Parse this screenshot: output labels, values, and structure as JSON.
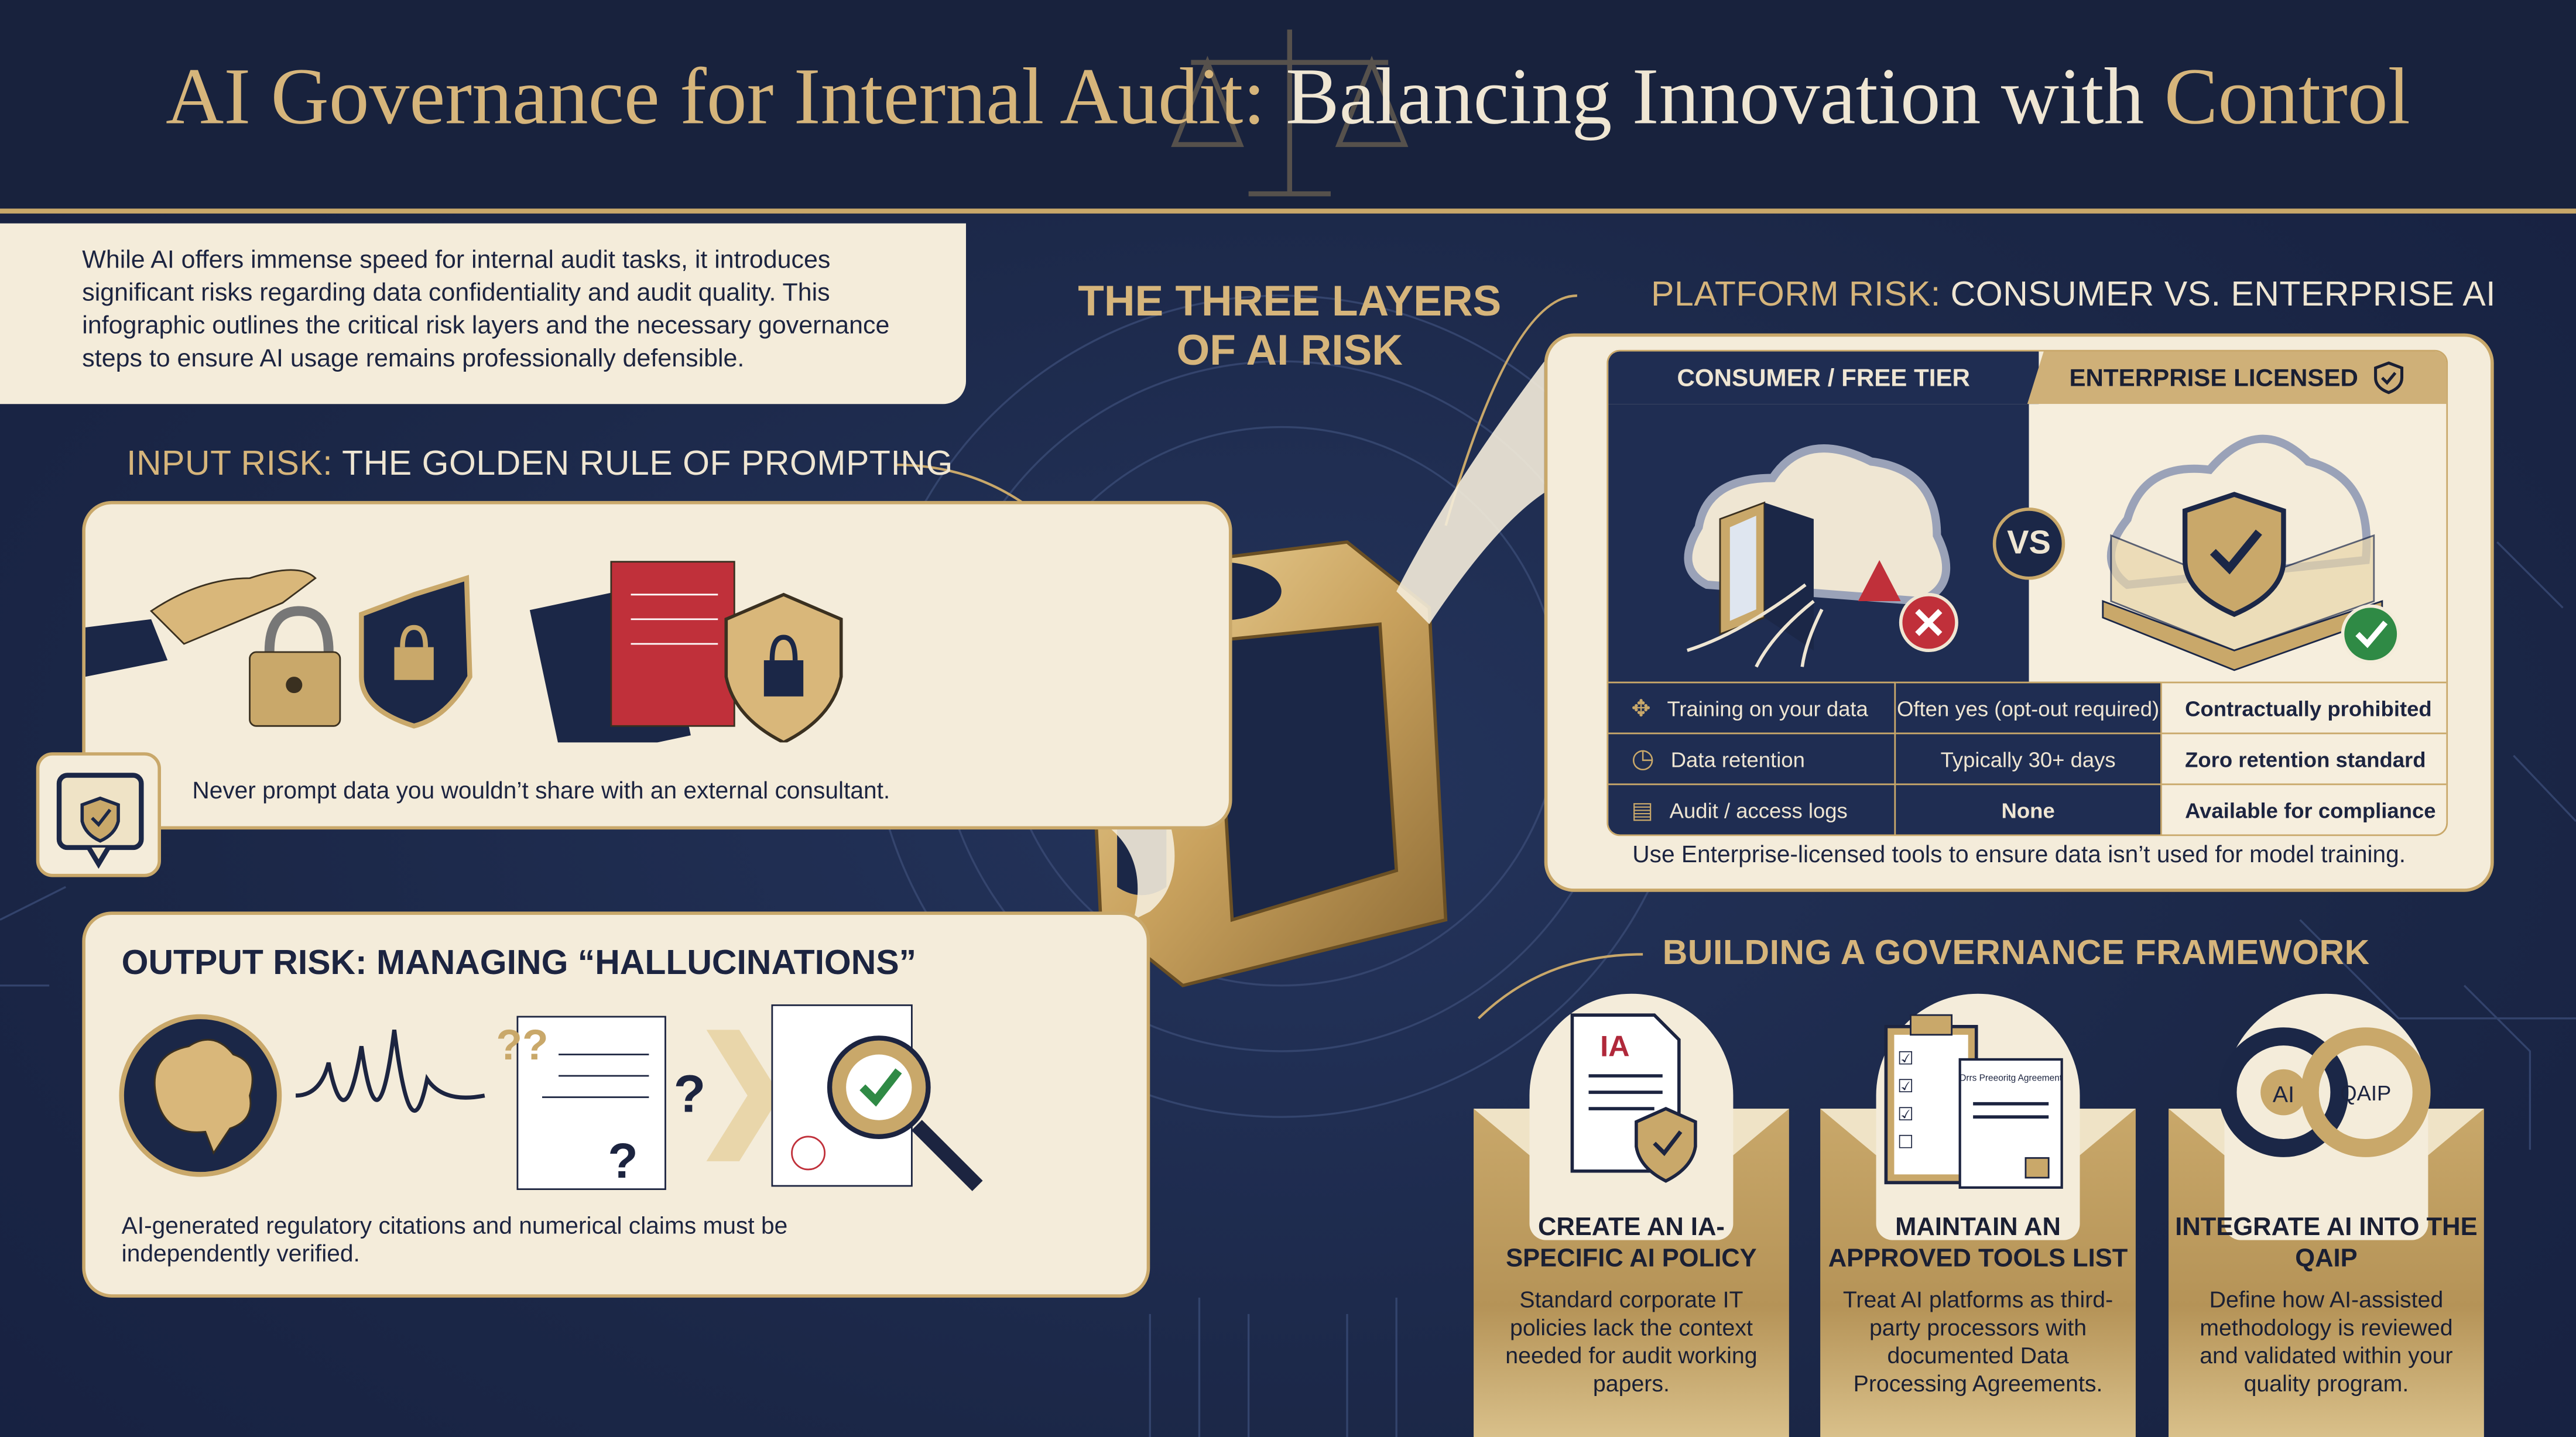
{
  "title": {
    "part1": "AI Governance for Internal Audit:",
    "part2": " Balancing Innovation with ",
    "part3": "Control"
  },
  "intro": "While AI offers immense speed for internal audit tasks, it introduces significant risks regarding data confidentiality and audit quality. This infographic outlines the critical risk layers and the necessary governance steps to ensure AI usage remains professionally defensible.",
  "center_heading": {
    "line1": "THE THREE LAYERS",
    "line2": "OF AI RISK"
  },
  "platform": {
    "heading_key": "PLATFORM RISK:",
    "heading_rest": " CONSUMER VS. ENTERPRISE AI",
    "col_consumer": "CONSUMER / FREE TIER",
    "col_enterprise": "ENTERPRISE LICENSED",
    "vs": "VS",
    "rows": [
      {
        "label": "Training on your data",
        "consumer": "Often yes (opt-out required)",
        "enterprise": "Contractually prohibited",
        "icon": "ai-chip-icon"
      },
      {
        "label": "Data retention",
        "consumer": "Typically 30+ days",
        "enterprise": "Zoro retention standard",
        "icon": "clock-icon"
      },
      {
        "label": "Audit / access logs",
        "consumer": "None",
        "enterprise": "Available for compliance",
        "icon": "log-document-icon"
      }
    ],
    "footer": "Use Enterprise-licensed tools to ensure data isn’t used for model training."
  },
  "input": {
    "heading_key": "INPUT RISK:",
    "heading_rest": " THE GOLDEN RULE OF PROMPTING",
    "caption": "Never prompt data you wouldn’t share with an external consultant."
  },
  "output": {
    "heading": "OUTPUT RISK: MANAGING “HALLUCINATIONS”",
    "caption": "AI-generated regulatory citations and numerical claims must be independently verified."
  },
  "framework": {
    "heading": "BUILDING A GOVERNANCE FRAMEWORK",
    "cards": [
      {
        "title": "CREATE AN IA-SPECIFIC AI POLICY",
        "body": "Standard corporate IT policies lack the context needed for audit working papers.",
        "icon_text": "IA"
      },
      {
        "title": "MAINTAIN AN APPROVED TOOLS LIST",
        "body": "Treat AI platforms as third-party processors with documented Data Processing Agreements.",
        "icon_text": "Drrs Preeoritg Agreement"
      },
      {
        "title": "INTEGRATE AI INTO THE QAIP",
        "body": "Define how AI-assisted methodology is reviewed and validated within your quality program.",
        "icon_text_a": "AI",
        "icon_text_b": "QAIP"
      }
    ]
  },
  "colors": {
    "navy": "#1b2747",
    "gold": "#c9a86a",
    "cream": "#f4ecda",
    "red": "#c0303a",
    "green": "#2f8a45"
  }
}
